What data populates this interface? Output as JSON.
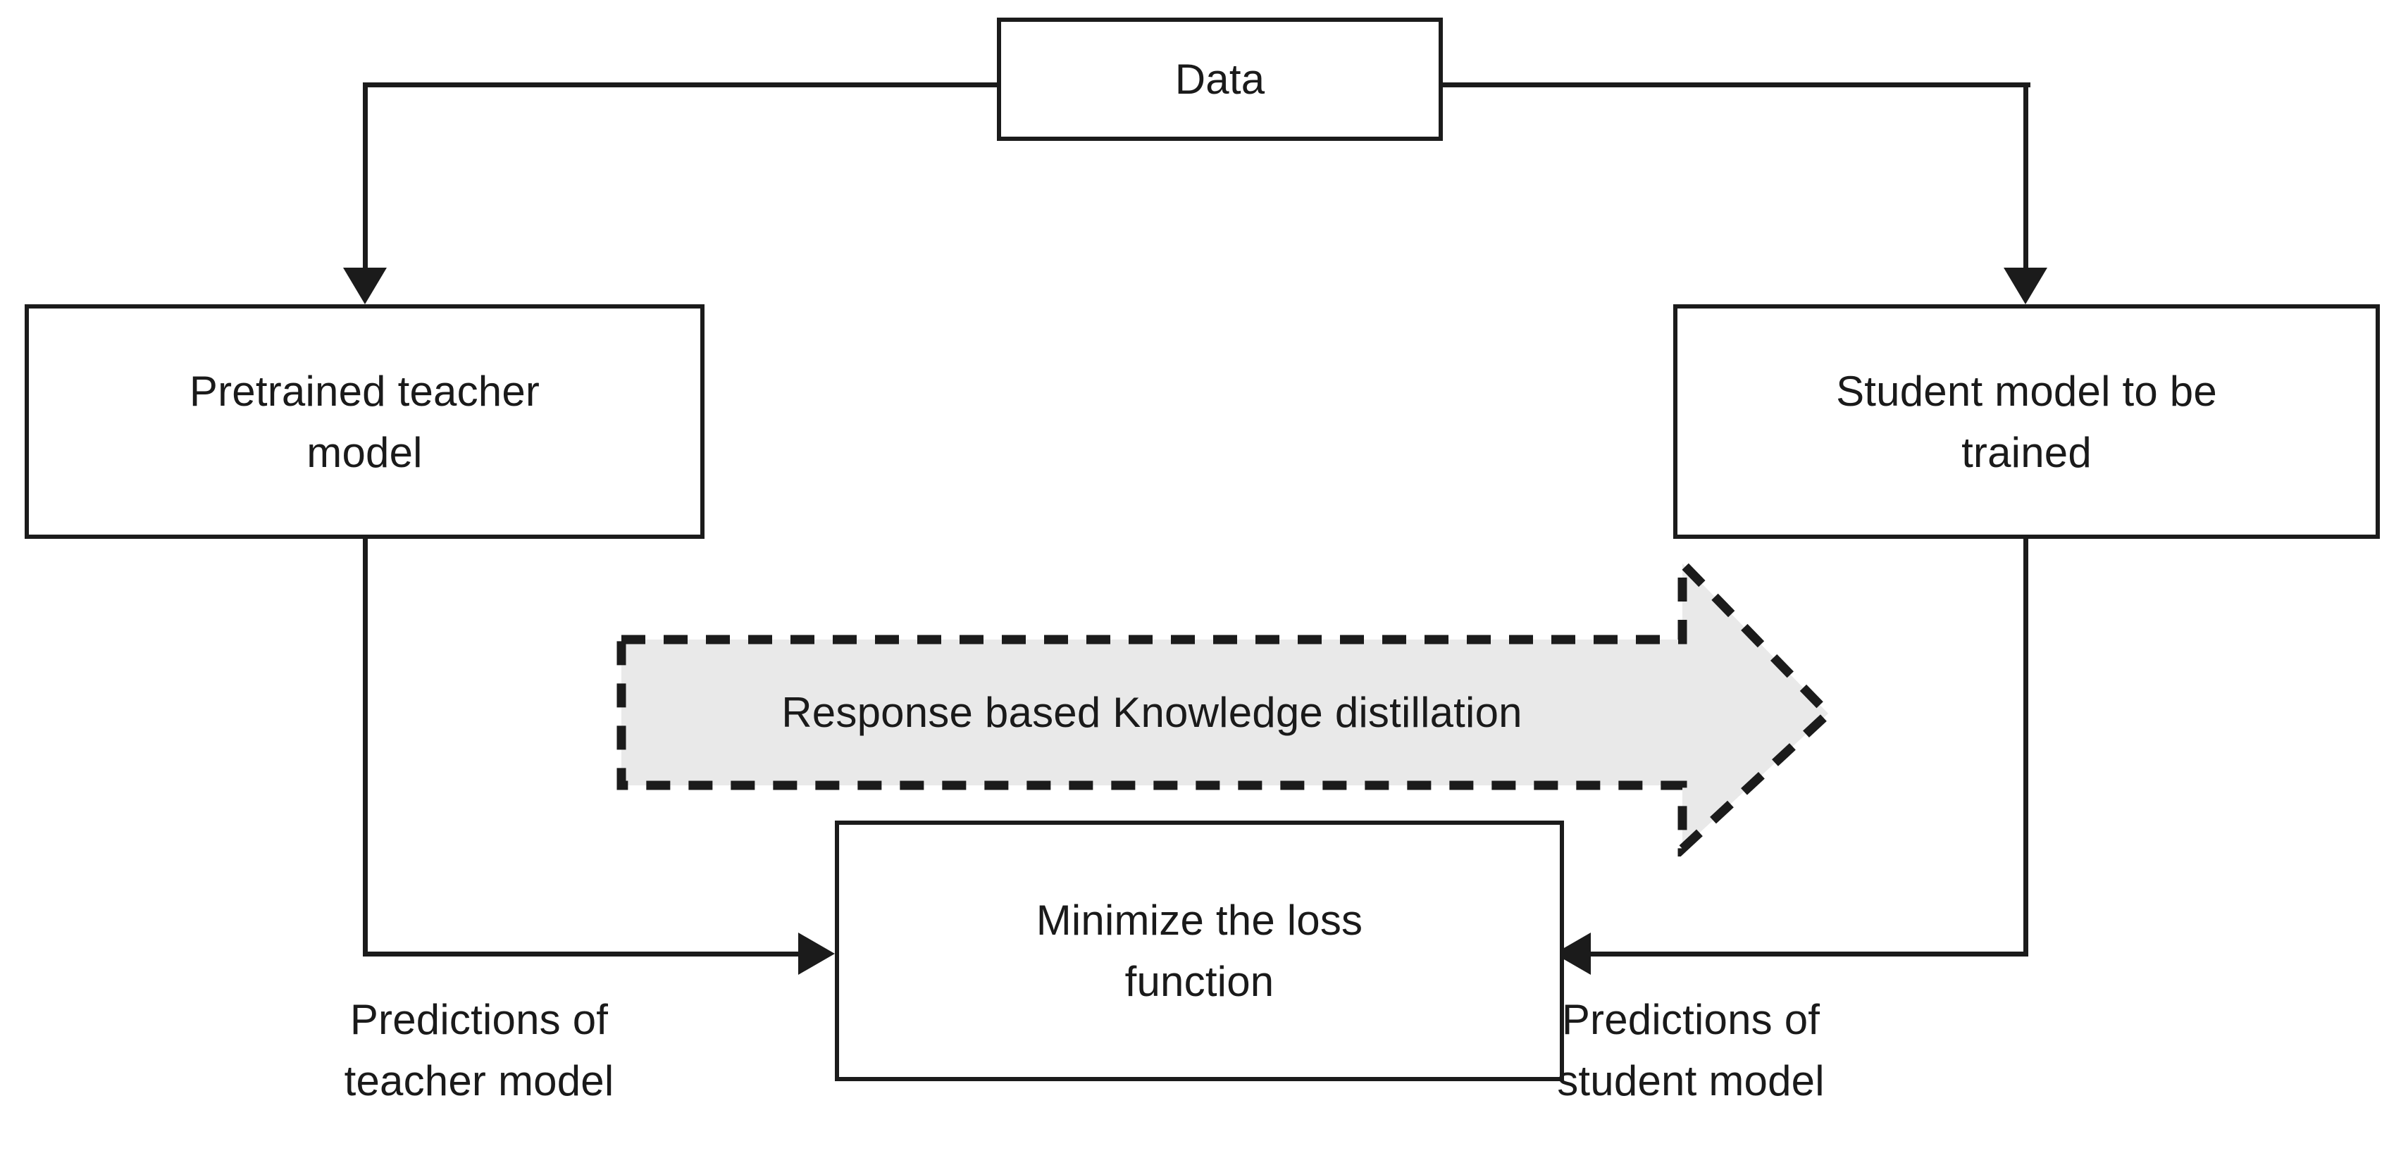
{
  "diagram": {
    "title": "Response based knowledge distillation flow",
    "background_color": "#ffffff",
    "stroke_color": "#1b1b1b",
    "arrow_fill_color": "#e9e9e9",
    "nodes": {
      "data": {
        "label": "Data"
      },
      "teacher": {
        "label": "Pretrained teacher\nmodel"
      },
      "student": {
        "label": "Student model to be\ntrained"
      },
      "loss": {
        "label": "Minimize the loss\nfunction"
      }
    },
    "distillation_arrow": {
      "label": "Response based Knowledge distillation",
      "direction": "left-to-right",
      "style": "dashed-block-arrow"
    },
    "edge_captions": {
      "teacher_predictions": "Predictions of\nteacher model",
      "student_predictions": "Predictions of\nstudent model"
    }
  },
  "chart_data": {
    "type": "diagram",
    "title": "Response based knowledge distillation",
    "nodes": [
      {
        "id": "data",
        "label": "Data",
        "shape": "rectangle"
      },
      {
        "id": "teacher",
        "label": "Pretrained teacher model",
        "shape": "rectangle"
      },
      {
        "id": "student",
        "label": "Student model to be trained",
        "shape": "rectangle"
      },
      {
        "id": "loss",
        "label": "Minimize the loss function",
        "shape": "rectangle"
      },
      {
        "id": "kd",
        "label": "Response based Knowledge distillation",
        "shape": "dashed-block-arrow"
      }
    ],
    "edges": [
      {
        "from": "data",
        "to": "teacher",
        "label": "",
        "style": "solid-arrow"
      },
      {
        "from": "data",
        "to": "student",
        "label": "",
        "style": "solid-arrow"
      },
      {
        "from": "teacher",
        "to": "loss",
        "label": "Predictions of teacher model",
        "style": "solid-arrow"
      },
      {
        "from": "student",
        "to": "loss",
        "label": "Predictions of student model",
        "style": "solid-arrow"
      },
      {
        "from": "teacher",
        "to": "student",
        "label": "Response based Knowledge distillation",
        "style": "dashed-block-arrow"
      }
    ]
  }
}
